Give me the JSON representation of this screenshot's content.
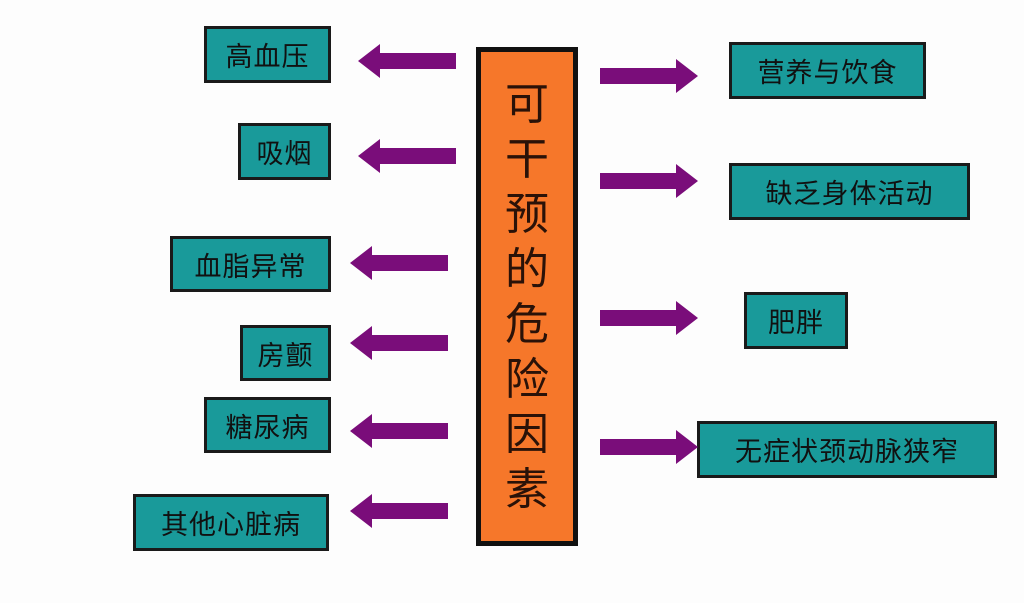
{
  "center": {
    "title": "可干预的危险因素",
    "chars": [
      "可",
      "干",
      "预",
      "的",
      "危",
      "险",
      "因",
      "素"
    ]
  },
  "left_factors": [
    {
      "label": "高血压"
    },
    {
      "label": "吸烟"
    },
    {
      "label": "血脂异常"
    },
    {
      "label": "房颤"
    },
    {
      "label": "糖尿病"
    },
    {
      "label": "其他心脏病"
    }
  ],
  "right_factors": [
    {
      "label": "营养与饮食"
    },
    {
      "label": "缺乏身体活动"
    },
    {
      "label": "肥胖"
    },
    {
      "label": "无症状颈动脉狭窄"
    }
  ],
  "colors": {
    "box_fill": "#199a9a",
    "center_fill": "#f6772a",
    "arrow": "#7a0d7a",
    "border": "#1a1a1a"
  }
}
